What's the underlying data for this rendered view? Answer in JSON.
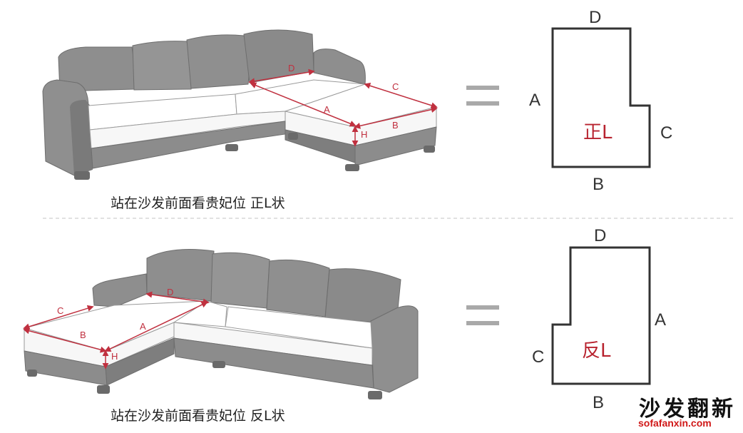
{
  "top": {
    "caption": "站在沙发前面看贵妃位 正L状",
    "shape_name": "正L",
    "dims": {
      "A": "A",
      "B": "B",
      "C": "C",
      "D": "D",
      "H": "H"
    }
  },
  "bottom": {
    "caption": "站在沙发前面看贵妃位 反L状",
    "shape_name": "反L",
    "dims": {
      "A": "A",
      "B": "B",
      "C": "C",
      "D": "D",
      "H": "H"
    }
  },
  "brand": {
    "name": "沙发翻新",
    "url": "sofafanxin.com"
  },
  "colors": {
    "sofa": "#8f8f8f",
    "cushion": "#ffffff",
    "dimension": "#c0303f",
    "accent": "#b8232f",
    "brand_url": "#d01818"
  }
}
